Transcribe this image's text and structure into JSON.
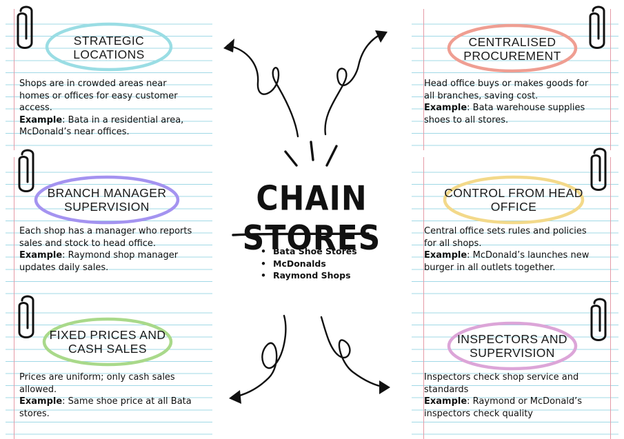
{
  "title": "CHAIN STORES",
  "examples": [
    "Bata Shoe Stores",
    "McDonalds",
    "Raymond Shops"
  ],
  "cards": [
    {
      "heading": [
        "STRATEGIC",
        "LOCATIONS"
      ],
      "ring_color": "#9adde4",
      "lines": [
        "Shops are in crowded areas near",
        "homes or offices for easy customer",
        "access."
      ],
      "example_label": "Example",
      "example_lines": [
        ": Bata in a residential area,",
        "McDonald’s near offices."
      ]
    },
    {
      "heading": [
        "CENTRALISED",
        "PROCUREMENT"
      ],
      "ring_color": "#ef9e92",
      "lines": [
        "Head office buys or makes goods for",
        "all branches, saving cost."
      ],
      "example_label": "Example",
      "example_lines": [
        ": Bata warehouse supplies",
        "shoes to all stores."
      ]
    },
    {
      "heading": [
        "BRANCH MANAGER",
        "SUPERVISION"
      ],
      "ring_color": "#a493f0",
      "lines": [
        "Each shop has a manager who reports",
        "sales and stock to head office."
      ],
      "example_label": "Example",
      "example_lines": [
        ": Raymond shop manager",
        "updates daily sales."
      ]
    },
    {
      "heading": [
        "CONTROL FROM HEAD",
        "OFFICE"
      ],
      "ring_color": "#f3d98a",
      "lines": [
        "Central office sets rules and policies",
        "for all shops."
      ],
      "example_label": "Example",
      "example_lines": [
        ": McDonald’s launches new",
        "burger in all outlets together."
      ]
    },
    {
      "heading": [
        "FIXED PRICES AND",
        "CASH SALES"
      ],
      "ring_color": "#a9d98a",
      "lines": [
        "Prices are uniform; only cash sales",
        "allowed."
      ],
      "example_label": "Example",
      "example_lines": [
        ": Same shoe price at all Bata",
        "stores."
      ]
    },
    {
      "heading": [
        "INSPECTORS AND",
        "SUPERVISION"
      ],
      "ring_color": "#dca5d8",
      "lines": [
        "Inspectors check shop service and",
        "standards"
      ],
      "example_label": "Example",
      "example_lines": [
        ": Raymond or McDonald’s",
        "inspectors check quality"
      ]
    }
  ]
}
